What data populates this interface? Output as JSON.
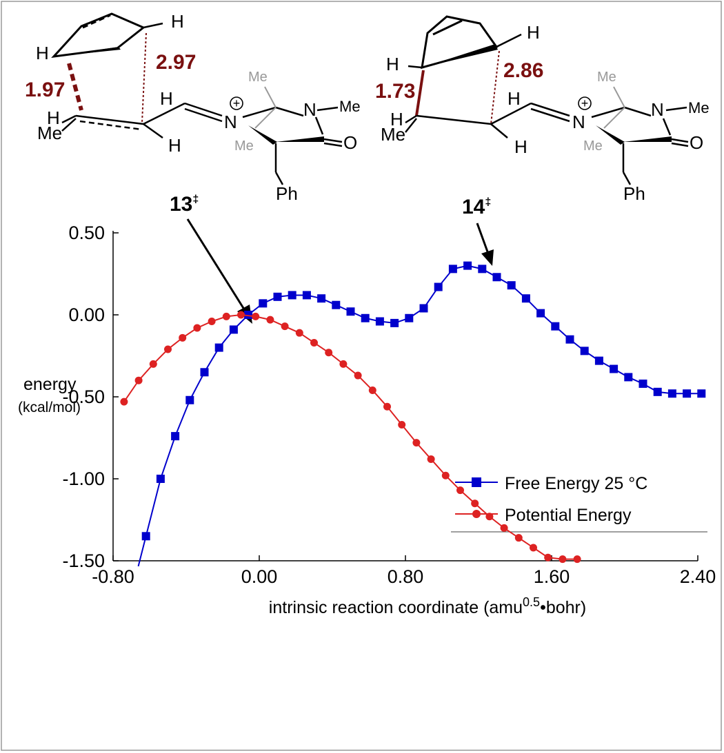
{
  "structures": {
    "ts13": {
      "distances": [
        "1.97",
        "2.97"
      ],
      "atoms": [
        "H",
        "H",
        "H",
        "Me",
        "H",
        "H",
        "N",
        "N",
        "Me",
        "Me",
        "Me",
        "O",
        "Ph"
      ],
      "charge": "+"
    },
    "ts14": {
      "distances": [
        "1.73",
        "2.86"
      ],
      "atoms": [
        "H",
        "H",
        "H",
        "Me",
        "H",
        "H",
        "N",
        "N",
        "Me",
        "Me",
        "Me",
        "O",
        "Ph"
      ],
      "charge": "+"
    }
  },
  "annotations": [
    {
      "label": "13",
      "sup": "‡"
    },
    {
      "label": "14",
      "sup": "‡"
    }
  ],
  "colors": {
    "free": "#0000cc",
    "potential": "#dd2222",
    "bond_highlight": "#7a1010"
  },
  "chart_data": {
    "type": "line",
    "xlabel": "intrinsic reaction coordinate (amu",
    "xlabel_sup": "0.5",
    "xlabel_end": "•bohr)",
    "ylabel": "energy",
    "ylabel_unit": "(kcal/mol)",
    "xlim": [
      -0.8,
      2.4
    ],
    "ylim": [
      -1.5,
      0.5
    ],
    "xticks": [
      "-0.80",
      "0.00",
      "0.80",
      "1.60",
      "2.40"
    ],
    "yticks": [
      "0.50",
      "0.00",
      "-0.50",
      "-1.00",
      "-1.50"
    ],
    "legend_position": "right",
    "series": [
      {
        "name": "Free Energy 25 °C",
        "marker": "square",
        "color": "#0000cc",
        "x": [
          -0.62,
          -0.54,
          -0.46,
          -0.38,
          -0.3,
          -0.22,
          -0.14,
          -0.06,
          0.02,
          0.1,
          0.18,
          0.26,
          0.34,
          0.42,
          0.5,
          0.58,
          0.66,
          0.74,
          0.82,
          0.9,
          0.98,
          1.06,
          1.14,
          1.22,
          1.3,
          1.38,
          1.46,
          1.54,
          1.62,
          1.7,
          1.78,
          1.86,
          1.94,
          2.02,
          2.1,
          2.18,
          2.26,
          2.34,
          2.42
        ],
        "y": [
          -1.35,
          -1.0,
          -0.74,
          -0.52,
          -0.35,
          -0.2,
          -0.09,
          0.0,
          0.07,
          0.11,
          0.12,
          0.12,
          0.1,
          0.06,
          0.02,
          -0.02,
          -0.04,
          -0.05,
          -0.02,
          0.04,
          0.17,
          0.28,
          0.3,
          0.28,
          0.23,
          0.18,
          0.1,
          0.01,
          -0.07,
          -0.15,
          -0.22,
          -0.28,
          -0.33,
          -0.38,
          -0.42,
          -0.47,
          -0.48,
          -0.48,
          -0.48
        ]
      },
      {
        "name": "Potential Energy",
        "marker": "circle",
        "color": "#dd2222",
        "x": [
          -0.74,
          -0.66,
          -0.58,
          -0.5,
          -0.42,
          -0.34,
          -0.26,
          -0.18,
          -0.1,
          -0.02,
          0.06,
          0.14,
          0.22,
          0.3,
          0.38,
          0.46,
          0.54,
          0.62,
          0.7,
          0.78,
          0.86,
          0.94,
          1.02,
          1.1,
          1.18,
          1.26,
          1.34,
          1.42,
          1.5,
          1.58,
          1.66,
          1.74
        ],
        "y": [
          -0.53,
          -0.4,
          -0.3,
          -0.21,
          -0.14,
          -0.08,
          -0.04,
          -0.01,
          0.0,
          -0.01,
          -0.03,
          -0.07,
          -0.11,
          -0.17,
          -0.23,
          -0.3,
          -0.37,
          -0.46,
          -0.56,
          -0.67,
          -0.78,
          -0.88,
          -0.98,
          -1.07,
          -1.15,
          -1.23,
          -1.3,
          -1.36,
          -1.42,
          -1.48,
          -1.49,
          -1.49
        ]
      }
    ]
  }
}
